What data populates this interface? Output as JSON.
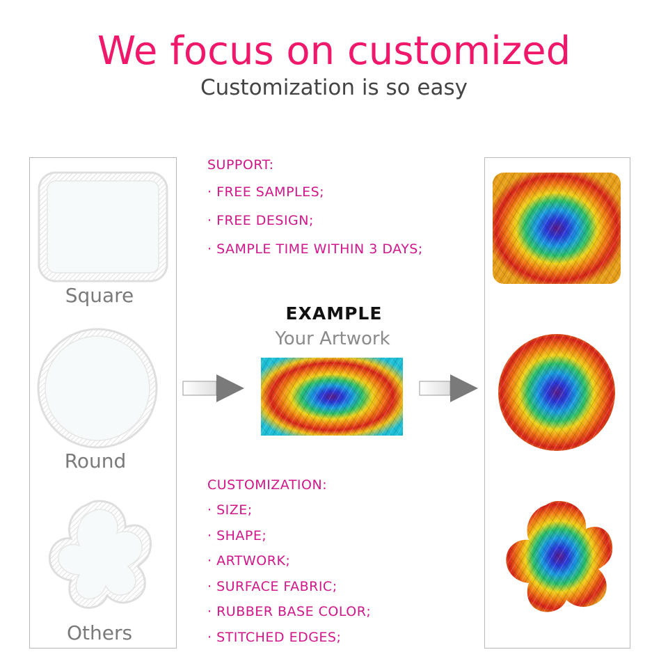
{
  "header": {
    "title": "We focus on customized",
    "subtitle": "Customization is so easy"
  },
  "shapes": {
    "items": [
      {
        "label": "Square",
        "icon": "square-blank-mat"
      },
      {
        "label": "Round",
        "icon": "round-blank-mat"
      },
      {
        "label": "Others",
        "icon": "flower-blank-mat"
      }
    ]
  },
  "support": {
    "heading": "SUPPORT:",
    "items": [
      "· FREE SAMPLES;",
      "· FREE DESIGN;",
      "· SAMPLE TIME WITHIN 3 DAYS;"
    ]
  },
  "example": {
    "heading": "EXAMPLE",
    "subheading": "Your Artwork"
  },
  "customization": {
    "heading": "CUSTOMIZATION:",
    "items": [
      "· SIZE;",
      "· SHAPE;",
      "· ARTWORK;",
      "· SURFACE FABRIC;",
      "· RUBBER BASE COLOR;",
      "· STITCHED EDGES;"
    ]
  },
  "colors": {
    "title": "#f0186a",
    "accent": "#d0168a",
    "subtitle": "#444444",
    "label": "#7a7a7a"
  }
}
